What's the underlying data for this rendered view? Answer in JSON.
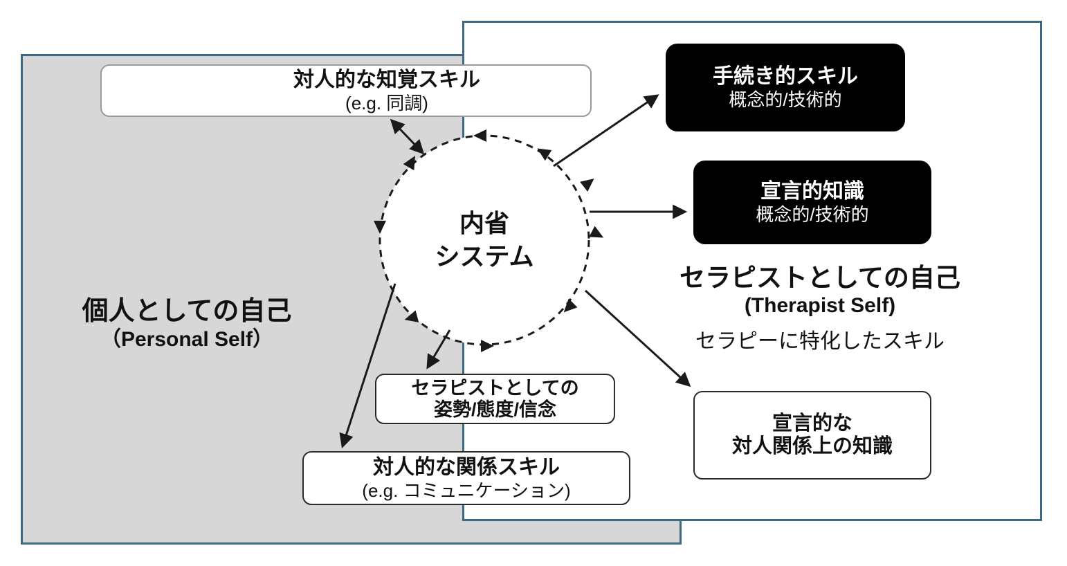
{
  "diagram": {
    "personal_self": {
      "title": "個人としての自己",
      "subtitle": "（Personal Self）"
    },
    "therapist_self": {
      "title": "セラピストとしての自己",
      "subtitle": "(Therapist Self)",
      "caption": "セラピーに特化したスキル"
    },
    "center_circle": {
      "line1": "内省",
      "line2": "システム"
    },
    "boxes": {
      "perceptual_skills": {
        "line1": "対人的な知覚スキル",
        "line2": "(e.g. 同調)"
      },
      "procedural_skills": {
        "line1": "手続き的スキル",
        "line2": "概念的/技術的"
      },
      "declarative_knowledge": {
        "line1": "宣言的知識",
        "line2": "概念的/技術的"
      },
      "declarative_interpersonal_knowledge": {
        "line1": "宣言的な",
        "line2": "対人関係上の知識"
      },
      "stance_attitude_beliefs": {
        "line1": "セラピストとしての",
        "line2": "姿勢/態度/信念"
      },
      "relational_skills": {
        "line1": "対人的な関係スキル",
        "line2": "(e.g. コミュニケーション)"
      }
    },
    "colors": {
      "frame_border": "#3d6a80",
      "personal_fill": "#d7d7d7",
      "black_box_fill": "#000000",
      "black_box_text": "#ffffff",
      "arrow": "#1a1a1a"
    }
  }
}
